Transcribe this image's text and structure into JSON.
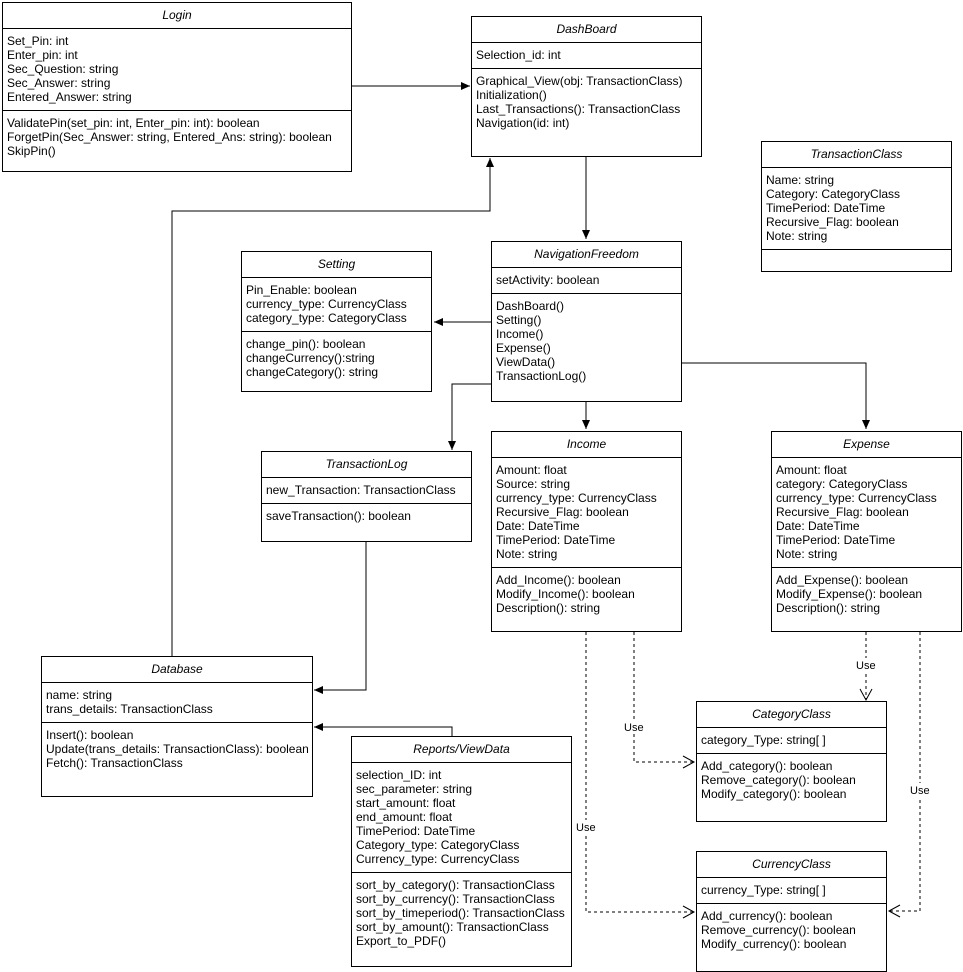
{
  "classes": {
    "login": {
      "name": "Login",
      "attributes": [
        "Set_Pin: int",
        "Enter_pin: int",
        "Sec_Question: string",
        "Sec_Answer: string",
        "Entered_Answer: string"
      ],
      "methods": [
        "ValidatePin(set_pin: int, Enter_pin: int): boolean",
        "ForgetPin(Sec_Answer: string, Entered_Ans: string): boolean",
        "SkipPin()"
      ]
    },
    "dashboard": {
      "name": "DashBoard",
      "attributes": [
        "Selection_id: int"
      ],
      "methods": [
        "Graphical_View(obj: TransactionClass)",
        "Initialization()",
        "Last_Transactions(): TransactionClass",
        "Navigation(id: int)"
      ]
    },
    "transaction_class": {
      "name": "TransactionClass",
      "attributes": [
        "Name: string",
        "Category: CategoryClass",
        "TimePeriod: DateTime",
        "Recursive_Flag: boolean",
        "Note: string"
      ],
      "methods": []
    },
    "navigation_freedom": {
      "name": "NavigationFreedom",
      "attributes": [
        "setActivity: boolean"
      ],
      "methods": [
        "DashBoard()",
        "Setting()",
        "Income()",
        "Expense()",
        "ViewData()",
        "TransactionLog()"
      ]
    },
    "setting": {
      "name": "Setting",
      "attributes": [
        "Pin_Enable: boolean",
        "currency_type: CurrencyClass",
        "category_type: CategoryClass"
      ],
      "methods": [
        "change_pin(): boolean",
        "changeCurrency():string",
        "changeCategory(): string"
      ]
    },
    "transaction_log": {
      "name": "TransactionLog",
      "attributes": [
        "new_Transaction: TransactionClass"
      ],
      "methods": [
        "saveTransaction(): boolean"
      ]
    },
    "income": {
      "name": "Income",
      "attributes": [
        "Amount: float",
        "Source: string",
        "currency_type: CurrencyClass",
        "Recursive_Flag: boolean",
        "Date: DateTime",
        "TimePeriod: DateTime",
        "Note: string"
      ],
      "methods": [
        "Add_Income(): boolean",
        "Modify_Income(): boolean",
        "Description(): string"
      ]
    },
    "expense": {
      "name": "Expense",
      "attributes": [
        "Amount: float",
        "category: CategoryClass",
        "currency_type: CurrencyClass",
        "Recursive_Flag: boolean",
        "Date: DateTime",
        "TimePeriod: DateTime",
        "Note: string"
      ],
      "methods": [
        "Add_Expense(): boolean",
        "Modify_Expense(): boolean",
        "Description(): string"
      ]
    },
    "database": {
      "name": "Database",
      "attributes": [
        "name: string",
        "trans_details: TransactionClass"
      ],
      "methods": [
        "Insert(): boolean",
        "Update(trans_details: TransactionClass): boolean",
        "Fetch(): TransactionClass"
      ]
    },
    "reports": {
      "name": "Reports/ViewData",
      "attributes": [
        "selection_ID: int",
        "sec_parameter: string",
        "start_amount: float",
        "end_amount: float",
        "TimePeriod: DateTime",
        "Category_type: CategoryClass",
        "Currency_type: CurrencyClass"
      ],
      "methods": [
        "sort_by_category(): TransactionClass",
        "sort_by_currency(): TransactionClass",
        "sort_by_timeperiod(): TransactionClass",
        "sort_by_amount(): TransactionClass",
        "Export_to_PDF()"
      ]
    },
    "category_class": {
      "name": "CategoryClass",
      "attributes": [
        "category_Type: string[ ]"
      ],
      "methods": [
        "Add_category(): boolean",
        "Remove_category(): boolean",
        "Modify_category(): boolean"
      ]
    },
    "currency_class": {
      "name": "CurrencyClass",
      "attributes": [
        "currency_Type: string[ ]"
      ],
      "methods": [
        "Add_currency(): boolean",
        "Remove_currency(): boolean",
        "Modify_currency(): boolean"
      ]
    }
  },
  "edge_labels": {
    "use_income_category": "Use",
    "use_income_currency": "Use",
    "use_expense_category": "Use",
    "use_expense_currency": "Use"
  }
}
